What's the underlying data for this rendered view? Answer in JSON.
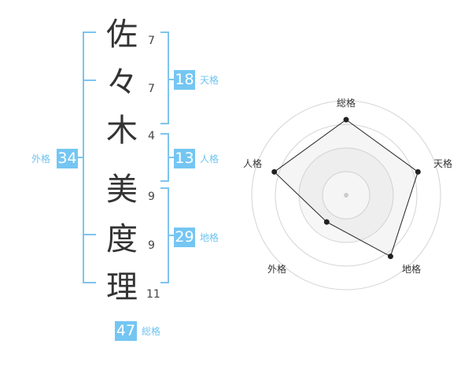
{
  "name_chars": [
    {
      "char": "佐",
      "strokes": "7"
    },
    {
      "char": "々",
      "strokes": "7"
    },
    {
      "char": "木",
      "strokes": "4"
    },
    {
      "char": "美",
      "strokes": "9"
    },
    {
      "char": "度",
      "strokes": "9"
    },
    {
      "char": "理",
      "strokes": "11"
    }
  ],
  "fortunes": {
    "tenkaku": {
      "value": "18",
      "label": "天格"
    },
    "jinkaku": {
      "value": "13",
      "label": "人格"
    },
    "chikaku": {
      "value": "29",
      "label": "地格"
    },
    "gaikaku": {
      "value": "34",
      "label": "外格"
    },
    "soukaku": {
      "value": "47",
      "label": "総格"
    }
  },
  "colors": {
    "accent": "#74c6f2",
    "bracket": "#7dc4ee",
    "text": "#333333"
  },
  "chart_data": {
    "type": "radar",
    "axes": [
      "総格",
      "天格",
      "地格",
      "外格",
      "人格"
    ],
    "values": [
      0.8,
      0.8,
      0.8,
      0.35,
      0.8
    ],
    "rings": 4,
    "range": [
      0,
      1
    ]
  }
}
